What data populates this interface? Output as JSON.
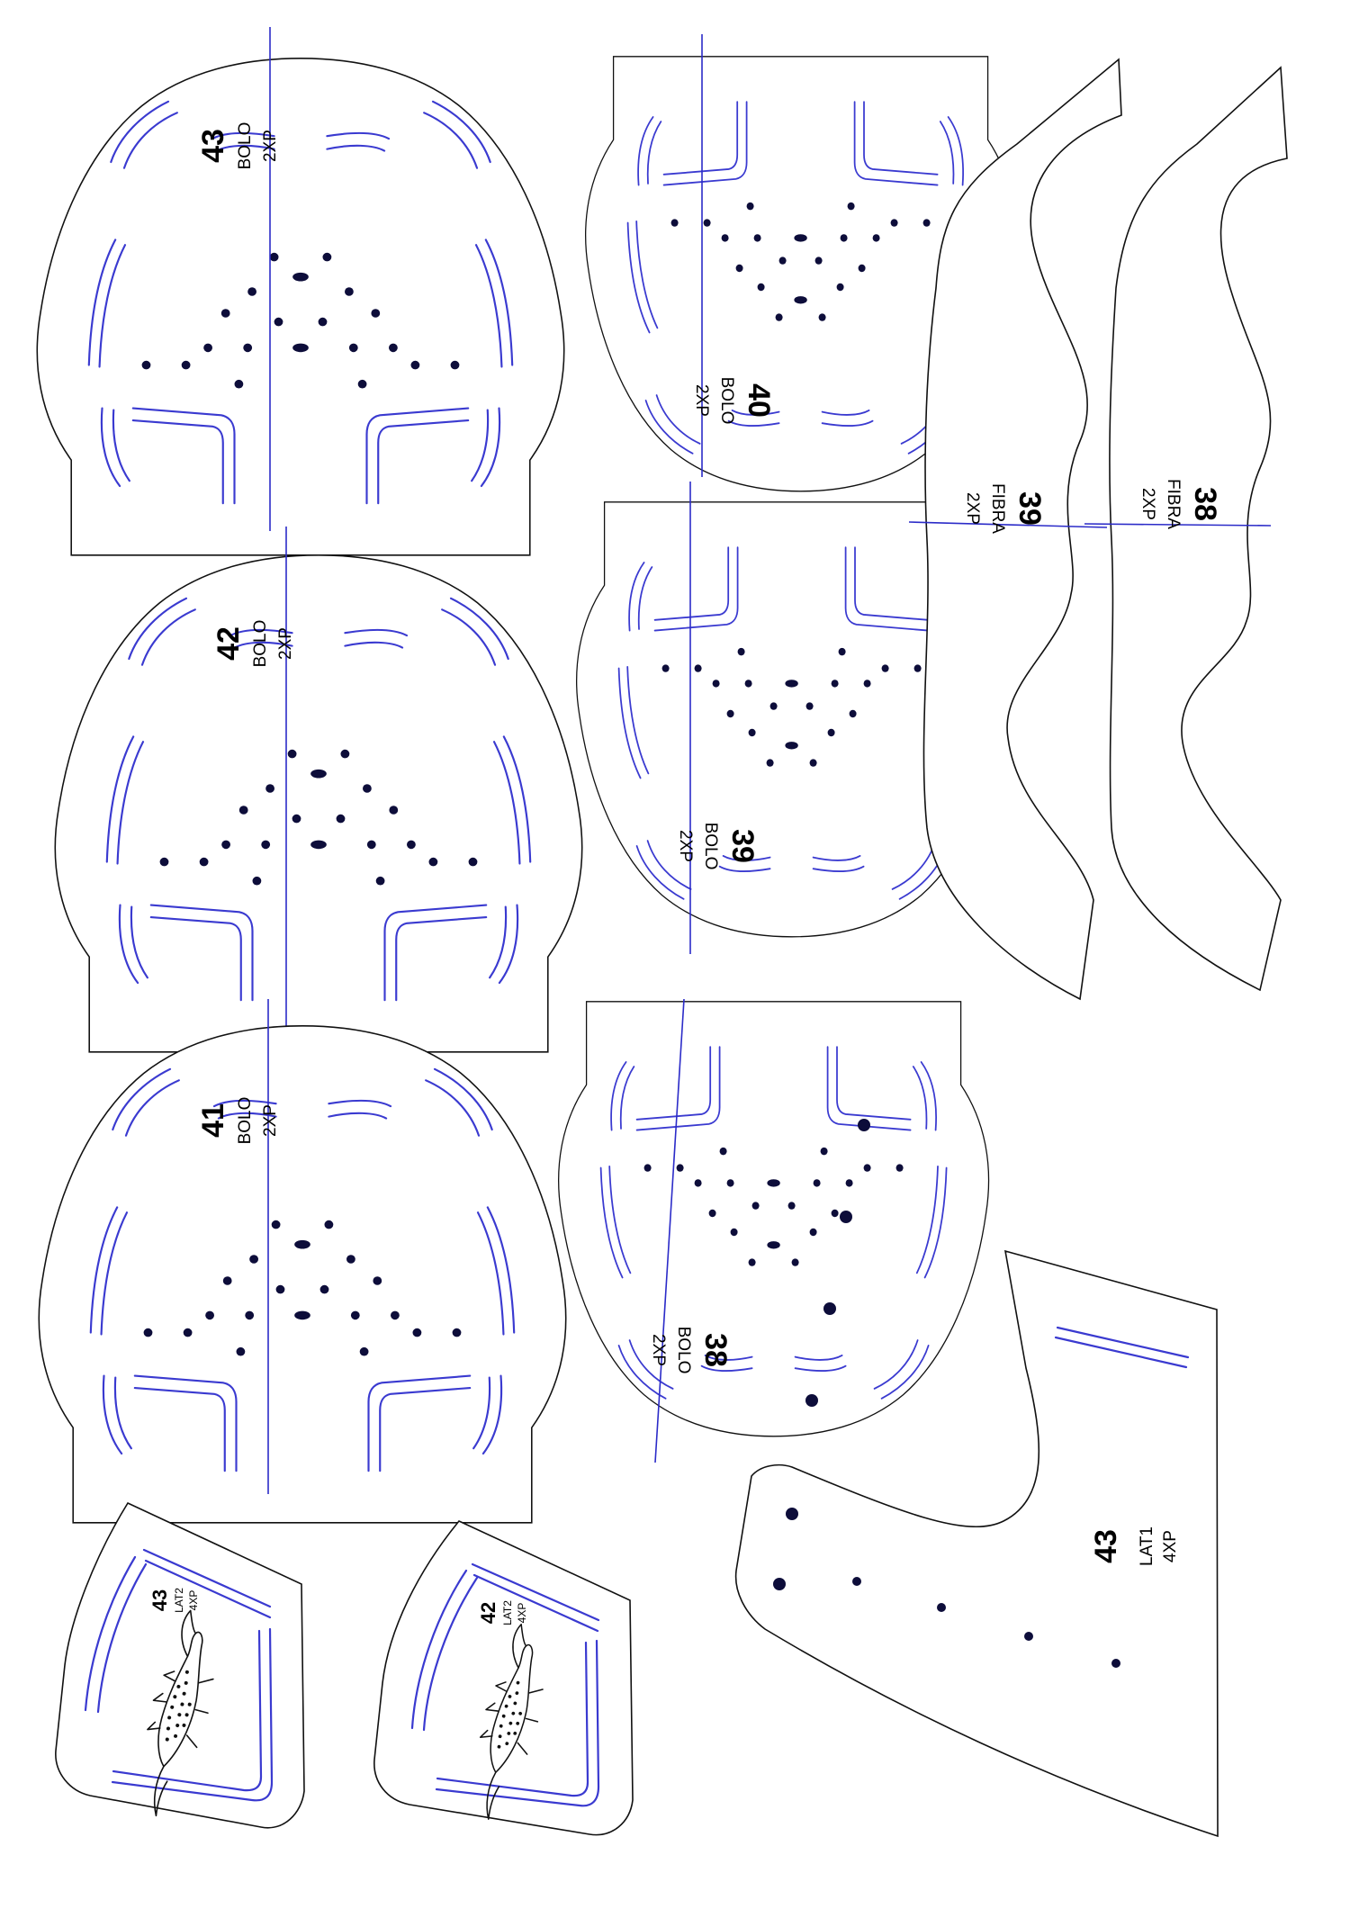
{
  "pieces": {
    "bolo_43": {
      "size": "43",
      "material": "BOLO",
      "qty": "2XP"
    },
    "bolo_42": {
      "size": "42",
      "material": "BOLO",
      "qty": "2XP"
    },
    "bolo_41": {
      "size": "41",
      "material": "BOLO",
      "qty": "2XP"
    },
    "bolo_40": {
      "size": "40",
      "material": "BOLO",
      "qty": "2XP"
    },
    "bolo_39": {
      "size": "39",
      "material": "BOLO",
      "qty": "2XP"
    },
    "bolo_38": {
      "size": "38",
      "material": "BOLO",
      "qty": "2XP"
    },
    "fibra_39": {
      "size": "39",
      "material": "FIBRA",
      "qty": "2XP"
    },
    "fibra_38": {
      "size": "38",
      "material": "FIBRA",
      "qty": "2XP"
    },
    "lat1_43": {
      "size": "43",
      "material": "LAT1",
      "qty": "4XP"
    },
    "lat2_43": {
      "size": "43",
      "material": "LAT2",
      "qty": "4XP"
    },
    "lat2_42": {
      "size": "42",
      "material": "LAT2",
      "qty": "4XP"
    }
  },
  "colors": {
    "outline": "#111111",
    "stitch": "#3a3ad0",
    "axis": "#2b2bc8",
    "hole": "#0d0d3a"
  },
  "icons": [
    "crocodile-logo-icon"
  ]
}
